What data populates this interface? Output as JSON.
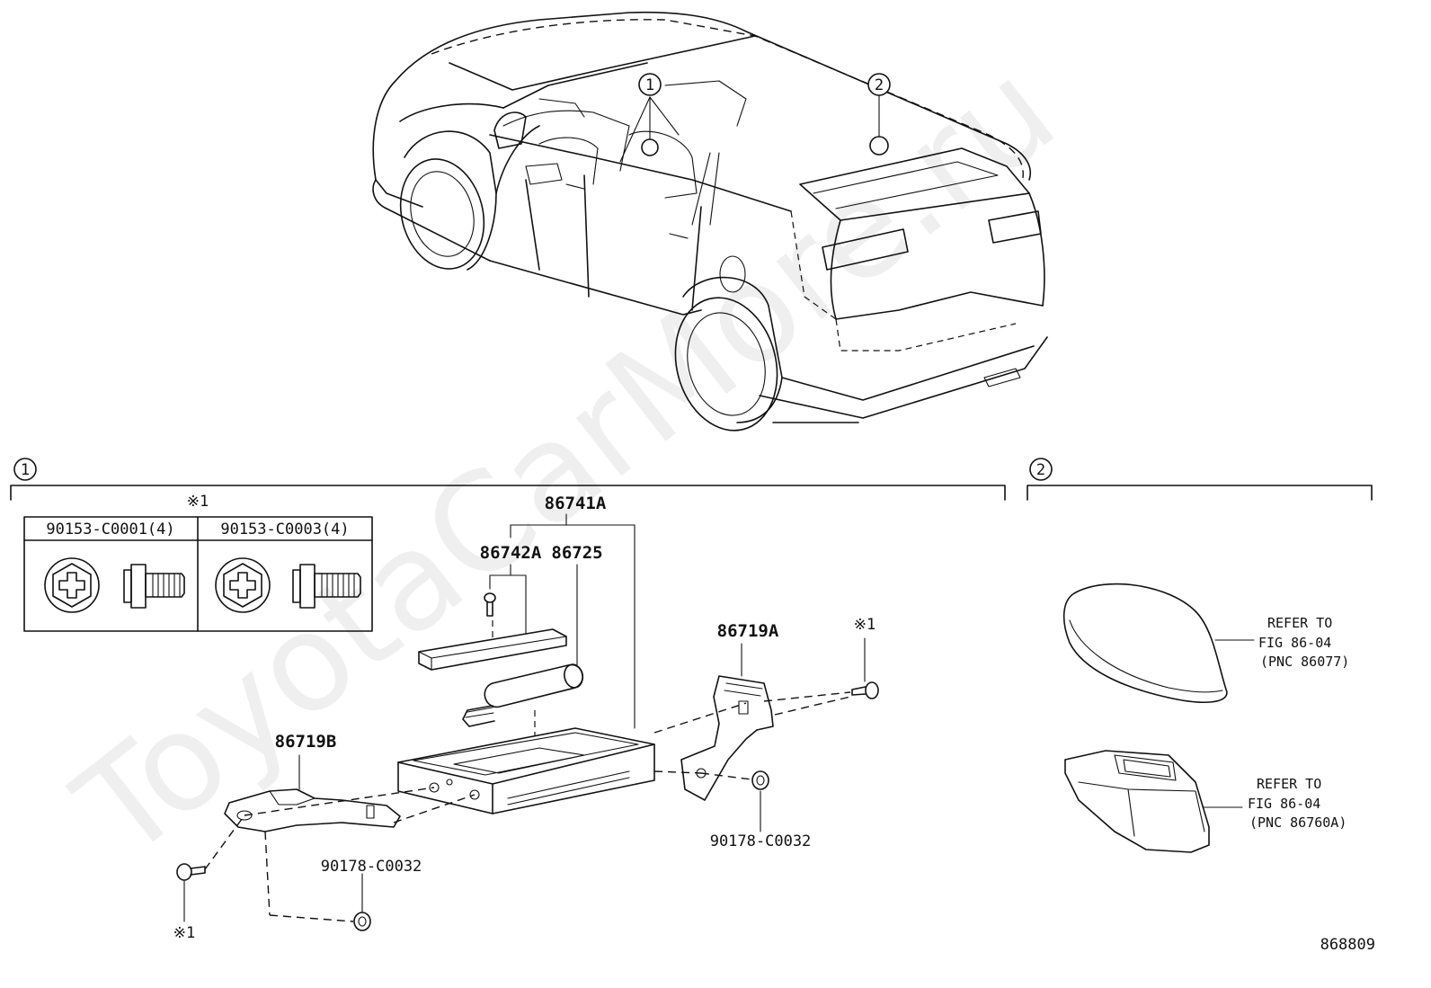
{
  "watermark": "ToyotaCarMore.ru",
  "figure_id": "868809",
  "callouts": {
    "c1": "1",
    "c2": "2"
  },
  "section1": {
    "callout": "1",
    "asterisk_note": "※1",
    "fastener_table": {
      "col1": "90153-C0001(4)",
      "col2": "90153-C0003(4)"
    },
    "parts": {
      "p86741A": "86741A",
      "p86742A": "86742A",
      "p86725": "86725",
      "p86719A": "86719A",
      "p86719B": "86719B",
      "p90178_right": "90178-C0032",
      "p90178_left": "90178-C0032",
      "ast_right": "※1",
      "ast_left": "※1"
    }
  },
  "section2": {
    "callout": "2",
    "refer1": {
      "line1": "REFER TO",
      "line2": "FIG 86-04",
      "line3": "(PNC 86077)"
    },
    "refer2": {
      "line1": "REFER TO",
      "line2": "FIG 86-04",
      "line3": "(PNC 86760A)"
    }
  }
}
